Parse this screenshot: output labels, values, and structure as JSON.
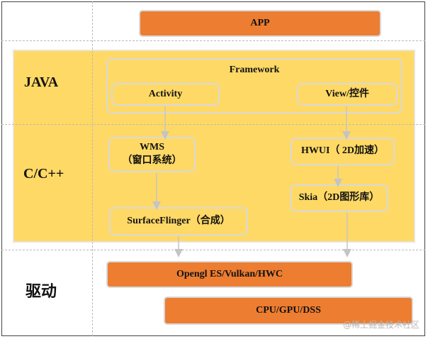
{
  "layers": {
    "java": "JAVA",
    "cpp": "C/C++",
    "driver": "驱动"
  },
  "boxes": {
    "app": "APP",
    "framework": "Framework",
    "activity": "Activity",
    "view": "View/控件",
    "wms_line1": "WMS",
    "wms_line2": "（窗口系统）",
    "surfaceflinger": "SurfaceFlinger（合成）",
    "hwui": "HWUI（ 2D加速）",
    "skia": "Skia（2D图形库）",
    "opengl": "Opengl ES/Vulkan/HWC",
    "cpu": "CPU/GPU/DSS"
  },
  "watermark": "@稀土掘金技术社区",
  "colors": {
    "orange": "#ed7d31",
    "yellow": "#ffd966",
    "border": "#d9d9d9"
  }
}
